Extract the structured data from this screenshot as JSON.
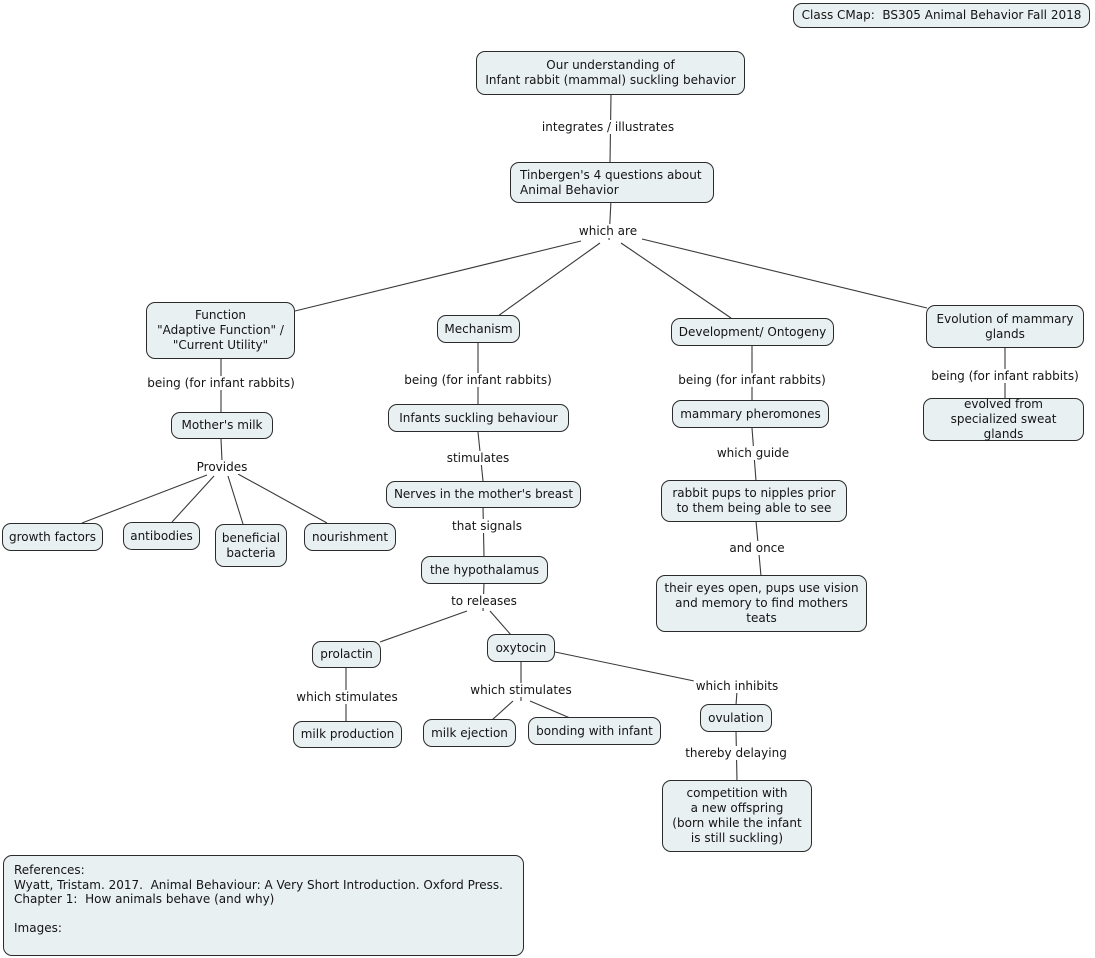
{
  "title_box": {
    "text": "Class CMap:  BS305 Animal Behavior Fall 2018"
  },
  "concepts": {
    "understanding": "Our understanding of\nInfant rabbit (mammal) suckling behavior",
    "tinbergen": "Tinbergen's 4 questions about\nAnimal Behavior",
    "function": "Function\n\"Adaptive Function\" /\n\"Current Utility\"",
    "mechanism": "Mechanism",
    "development": "Development/ Ontogeny",
    "evolution": "Evolution of mammary\nglands",
    "mothers_milk": "Mother's milk",
    "infants_suckling": "Infants suckling behaviour",
    "mammary_pheromones": "mammary pheromones",
    "evolved_from": "evolved from\nspecialized sweat glands",
    "growth_factors": "growth factors",
    "antibodies": "antibodies",
    "beneficial_bacteria": "beneficial\nbacteria",
    "nourishment": "nourishment",
    "nerves": "Nerves in the mother's breast",
    "hypothalamus": "the hypothalamus",
    "prolactin": "prolactin",
    "oxytocin": "oxytocin",
    "milk_production": "milk production",
    "milk_ejection": "milk ejection",
    "bonding": "bonding with infant",
    "ovulation": "ovulation",
    "competition": "competition with\na new offspring\n(born while the infant\nis still suckling)",
    "rabbit_pups": "rabbit pups to nipples prior\nto them being able to see",
    "eyes_open": "their eyes open, pups use vision\nand memory to find mothers\nteats"
  },
  "links": {
    "integrates": "integrates / illustrates",
    "which_are": "which are",
    "being": "being (for infant rabbits)",
    "provides": "Provides",
    "stimulates": "stimulates",
    "that_signals": "that signals",
    "to_releases": "to releases",
    "which_stimulates": "which stimulates",
    "which_inhibits": "which inhibits",
    "thereby_delaying": "thereby delaying",
    "which_guide": "which guide",
    "and_once": "and once"
  },
  "references_box": {
    "text": "References:\nWyatt, Tristam. 2017.  Animal Behaviour: A Very Short Introduction. Oxford Press.\nChapter 1:  How animals behave (and why)\n\nImages:"
  },
  "colors": {
    "background": "#ffffff",
    "node_fill": "#e9f0f2",
    "node_border": "#2b2b2b",
    "line": "#3a3a3a",
    "text": "#141414"
  }
}
